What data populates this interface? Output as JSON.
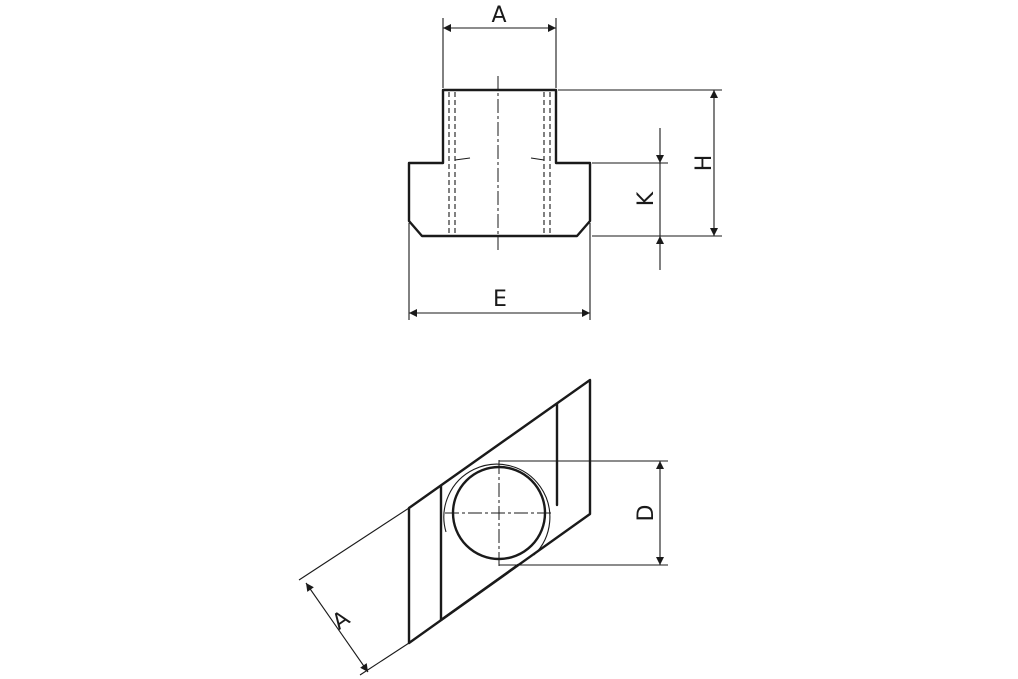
{
  "labels": {
    "top_width": "A",
    "total_height": "H",
    "base_height": "K",
    "base_width": "E",
    "bore_diameter": "D",
    "angled_width": "A"
  }
}
